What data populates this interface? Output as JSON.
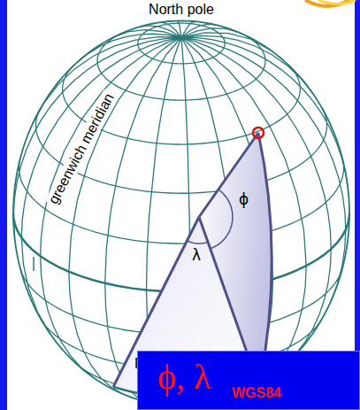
{
  "diagram": {
    "nodes": [
      {
        "text": [
          "ϕ, λ",
          "WGS84"
        ]
      }
    ],
    "labels": [
      "North pole",
      "greenwich meridian",
      "ϕ",
      "λ",
      "R"
    ]
  }
}
